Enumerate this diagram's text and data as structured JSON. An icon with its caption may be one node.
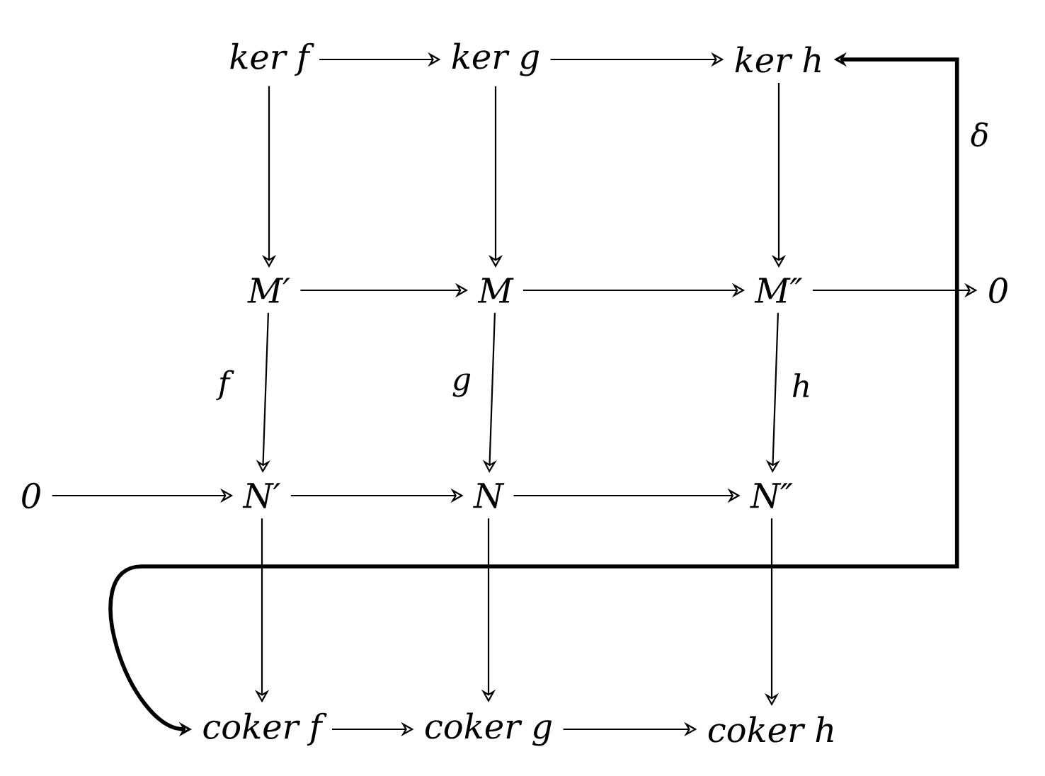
{
  "diagram": {
    "nodes": [
      {
        "text": [
          "ker f"
        ]
      },
      {
        "text": [
          "ker g"
        ]
      },
      {
        "text": [
          "ker h"
        ]
      },
      {
        "text": [
          "M′"
        ]
      },
      {
        "text": [
          "M"
        ]
      },
      {
        "text": [
          "M″"
        ]
      },
      {
        "text": [
          "0"
        ]
      },
      {
        "text": [
          "0"
        ]
      },
      {
        "text": [
          "N′"
        ]
      },
      {
        "text": [
          "N"
        ]
      },
      {
        "text": [
          "N″"
        ]
      },
      {
        "text": [
          "coker f"
        ]
      },
      {
        "text": [
          "coker g"
        ]
      },
      {
        "text": [
          "coker h"
        ]
      }
    ],
    "edges": [
      {
        "from": 0,
        "to": 1,
        "arrow": "to"
      },
      {
        "from": 1,
        "to": 2,
        "arrow": "to"
      },
      {
        "from": 0,
        "to": 3,
        "arrow": "to"
      },
      {
        "from": 1,
        "to": 4,
        "arrow": "to"
      },
      {
        "from": 2,
        "to": 5,
        "arrow": "to"
      },
      {
        "from": 3,
        "to": 4,
        "arrow": "to"
      },
      {
        "from": 4,
        "to": 5,
        "arrow": "to"
      },
      {
        "from": 5,
        "to": 6,
        "arrow": "to"
      },
      {
        "from": 3,
        "to": 8,
        "arrow": "to",
        "label": "f"
      },
      {
        "from": 4,
        "to": 9,
        "arrow": "to",
        "label": "g"
      },
      {
        "from": 5,
        "to": 10,
        "arrow": "to",
        "label": "h"
      },
      {
        "from": 7,
        "to": 8,
        "arrow": "to"
      },
      {
        "from": 8,
        "to": 9,
        "arrow": "to"
      },
      {
        "from": 9,
        "to": 10,
        "arrow": "to"
      },
      {
        "from": 8,
        "to": 11,
        "arrow": "to"
      },
      {
        "from": 9,
        "to": 12,
        "arrow": "to"
      },
      {
        "from": 10,
        "to": 13,
        "arrow": "to"
      },
      {
        "from": 11,
        "to": 12,
        "arrow": "to"
      },
      {
        "from": 12,
        "to": 13,
        "arrow": "to"
      },
      {
        "from": 2,
        "to": 11,
        "arrow": "both",
        "label": "δ",
        "style": "thick"
      }
    ]
  }
}
